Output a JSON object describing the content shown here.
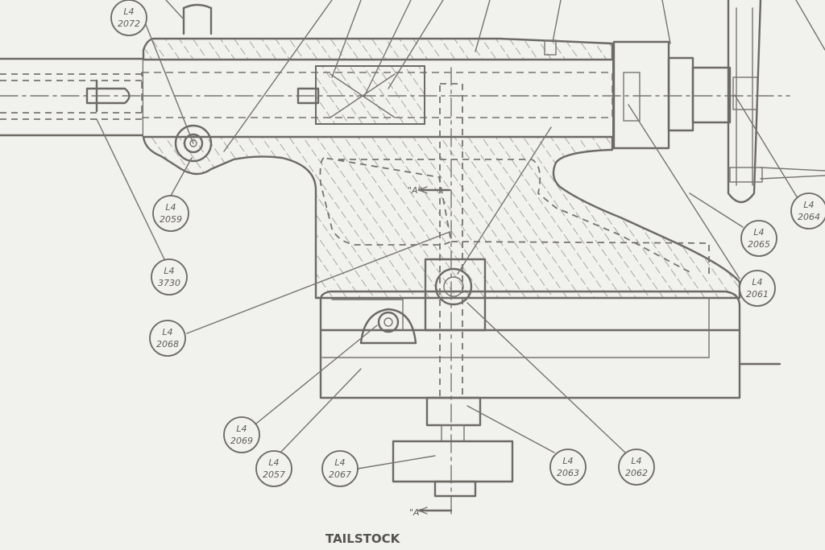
{
  "title": "TAILSTOCK",
  "section_marker": "\"A\"",
  "callouts": [
    {
      "id": "2072",
      "prefix": "L4",
      "number": "2072"
    },
    {
      "id": "2059",
      "prefix": "L4",
      "number": "2059"
    },
    {
      "id": "3730",
      "prefix": "L4",
      "number": "3730"
    },
    {
      "id": "2068",
      "prefix": "L4",
      "number": "2068"
    },
    {
      "id": "2069",
      "prefix": "L4",
      "number": "2069"
    },
    {
      "id": "2057",
      "prefix": "L4",
      "number": "2057"
    },
    {
      "id": "2067",
      "prefix": "L4",
      "number": "2067"
    },
    {
      "id": "2063",
      "prefix": "L4",
      "number": "2063"
    },
    {
      "id": "2062",
      "prefix": "L4",
      "number": "2062"
    },
    {
      "id": "2061",
      "prefix": "L4",
      "number": "2061"
    },
    {
      "id": "2065",
      "prefix": "L4",
      "number": "2065"
    },
    {
      "id": "2064",
      "prefix": "L4",
      "number": "2064"
    }
  ]
}
